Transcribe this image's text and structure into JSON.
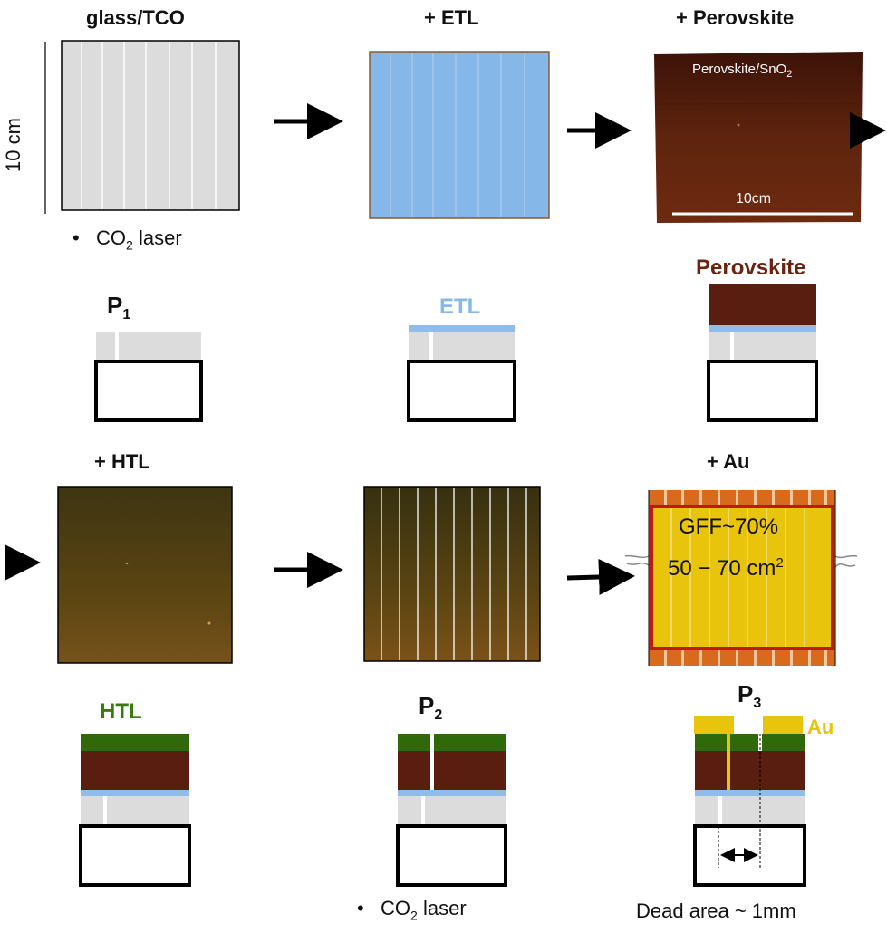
{
  "steps": {
    "s1": {
      "title": "glass/TCO",
      "scale": "10 cm",
      "note_bullet": "•",
      "note_pre": "CO",
      "note_sub": "2",
      "note_post": " laser"
    },
    "s2": {
      "title": "+ ETL"
    },
    "s3": {
      "title": "+ Perovskite",
      "photo_pre": "Perovskite/SnO",
      "photo_sub": "2",
      "scale": "10cm"
    },
    "s4": {
      "title": "+ HTL"
    },
    "s6": {
      "title": "+ Au",
      "gff": "GFF~70%",
      "area_pre": "50 − 70 cm",
      "area_sup": "2"
    }
  },
  "stacks": {
    "p1": {
      "label": "P",
      "sub": "1"
    },
    "etl": {
      "label": "ETL"
    },
    "perovskite": {
      "label": "Perovskite"
    },
    "htl": {
      "label": "HTL"
    },
    "p2": {
      "label": "P",
      "sub": "2",
      "note_bullet": "•",
      "note_pre": "CO",
      "note_sub": "2",
      "note_post": " laser"
    },
    "p3": {
      "label": "P",
      "sub": "3",
      "au_label": "Au",
      "caption": "Dead area ~ 1mm"
    }
  },
  "colors": {
    "glass": "#d8d8d8",
    "etl": "#87b8e8",
    "perovskite": "#5a1e10",
    "htl": "#2f6a0a",
    "au": "#e8c40c",
    "frame": "#c01a10",
    "etl_text": "#87b8e8",
    "perovskite_text": "#6a2412",
    "htl_text": "#3a7a12",
    "au_text": "#e8c40c"
  }
}
